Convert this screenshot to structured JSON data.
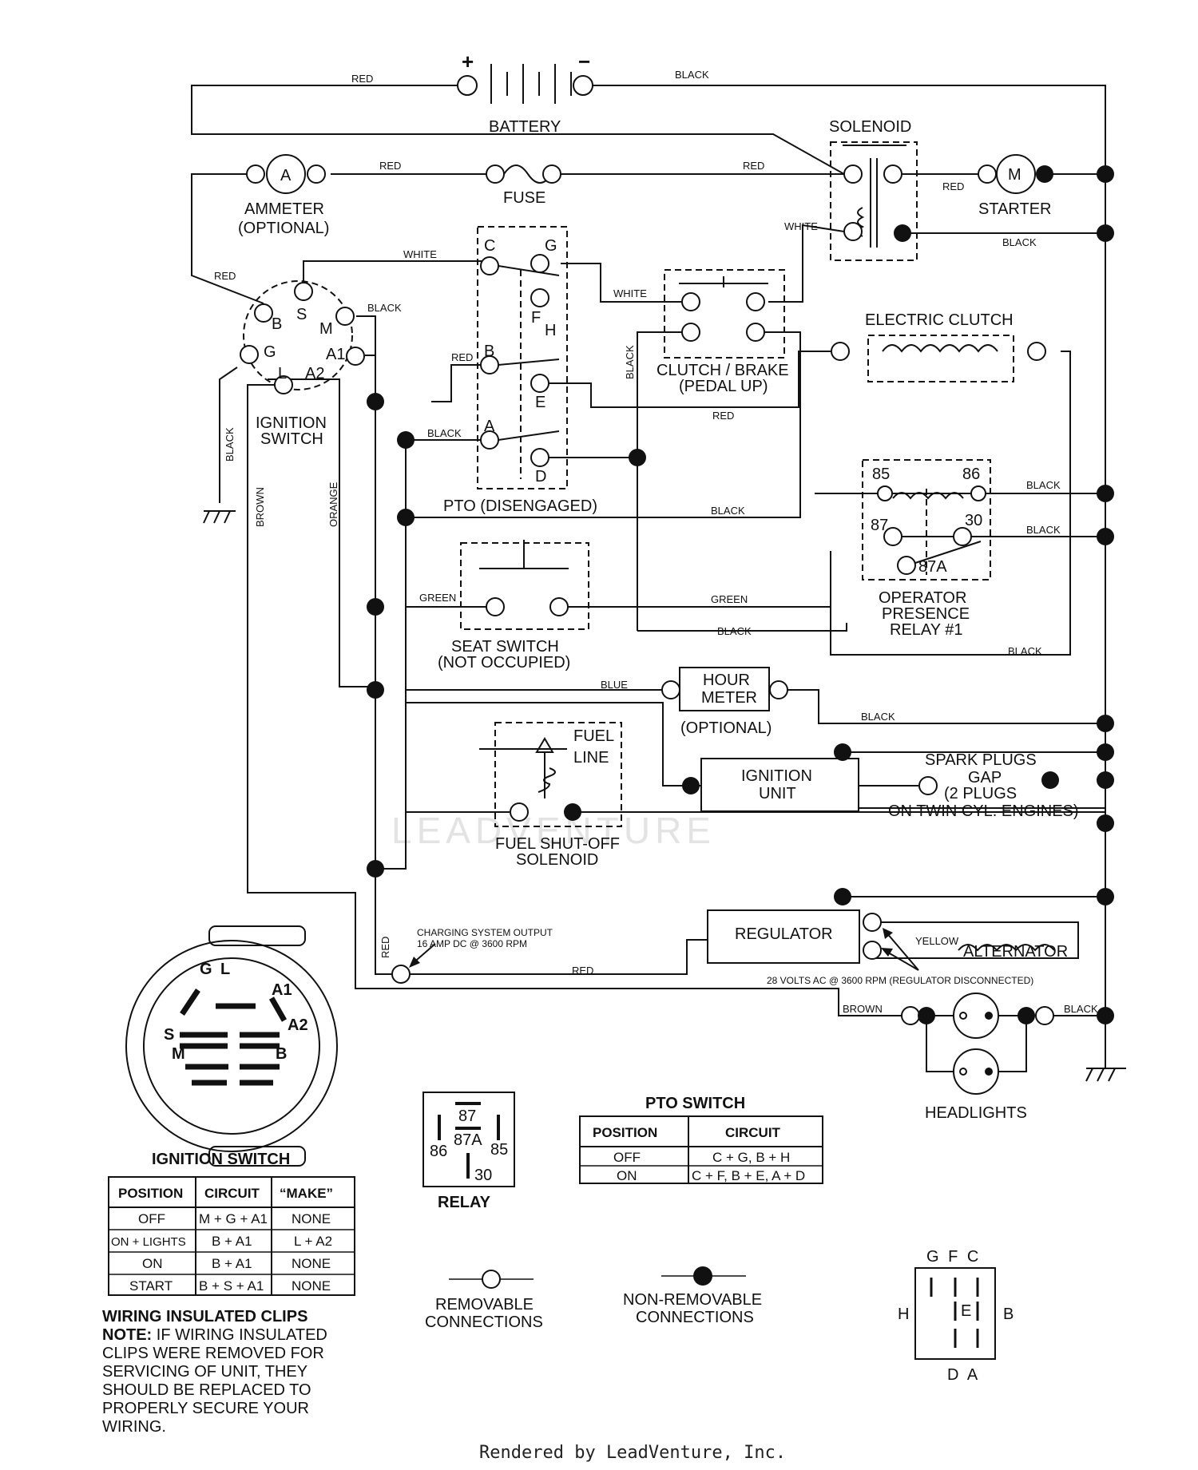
{
  "components": {
    "battery": "BATTERY",
    "battery_plus": "+",
    "battery_minus": "−",
    "solenoid": "SOLENOID",
    "ammeter": "AMMETER",
    "ammeter_optional": "(OPTIONAL)",
    "ammeter_symbol": "A",
    "fuse": "FUSE",
    "starter": "STARTER",
    "starter_symbol": "M",
    "ignition_switch_line1": "IGNITION",
    "ignition_switch_line2": "SWITCH",
    "pto": "PTO (DISENGAGED)",
    "clutch_brake_line1": "CLUTCH / BRAKE",
    "clutch_brake_line2": "(PEDAL UP)",
    "electric_clutch": "ELECTRIC CLUTCH",
    "relay_line1": "OPERATOR",
    "relay_line2": "PRESENCE",
    "relay_line3": "RELAY #1",
    "seat_switch_line1": "SEAT SWITCH",
    "seat_switch_line2": "(NOT OCCUPIED)",
    "hour_meter_line1": "HOUR",
    "hour_meter_line2": "METER",
    "hour_meter_optional": "(OPTIONAL)",
    "fuel_line_1": "FUEL",
    "fuel_line_2": "LINE",
    "ignition_unit_line1": "IGNITION",
    "ignition_unit_line2": "UNIT",
    "spark_line1": "SPARK PLUGS",
    "spark_line2": "GAP",
    "spark_line3": "(2 PLUGS",
    "spark_line4": "ON TWIN CYL. ENGINES)",
    "fuel_solenoid_line1": "FUEL SHUT-OFF",
    "fuel_solenoid_line2": "SOLENOID",
    "regulator": "REGULATOR",
    "alternator": "ALTERNATOR",
    "charging_line1": "CHARGING SYSTEM OUTPUT",
    "charging_line2": "16 AMP DC @ 3600 RPM",
    "ac_note": "28 VOLTS AC @ 3600 RPM (REGULATOR DISCONNECTED)",
    "headlights": "HEADLIGHTS"
  },
  "terminals": {
    "switch": [
      "S",
      "B",
      "M",
      "G",
      "A1",
      "L",
      "A2"
    ],
    "pto": [
      "C",
      "G",
      "F",
      "H",
      "B",
      "E",
      "A",
      "D"
    ],
    "relay": [
      "85",
      "86",
      "87",
      "30",
      "87A"
    ]
  },
  "wires": {
    "red": "RED",
    "black": "BLACK",
    "white": "WHITE",
    "green": "GREEN",
    "blue": "BLUE",
    "brown": "BROWN",
    "orange": "ORANGE",
    "yellow": "YELLOW"
  },
  "ignition_switch_legend": {
    "title": "IGNITION SWITCH",
    "face_labels": [
      "G",
      "L",
      "A1",
      "A2",
      "S",
      "M",
      "B"
    ],
    "headers": [
      "POSITION",
      "CIRCUIT",
      "“MAKE”"
    ],
    "rows": [
      [
        "OFF",
        "M + G + A1",
        "NONE"
      ],
      [
        "ON + LIGHTS",
        "B + A1",
        "L + A2"
      ],
      [
        "ON",
        "B + A1",
        "NONE"
      ],
      [
        "START",
        "B + S + A1",
        "NONE"
      ]
    ]
  },
  "relay_legend": {
    "title": "RELAY",
    "pins": [
      "87",
      "87A",
      "86",
      "85",
      "30"
    ]
  },
  "pto_switch_legend": {
    "title": "PTO SWITCH",
    "headers": [
      "POSITION",
      "CIRCUIT"
    ],
    "rows": [
      [
        "OFF",
        "C + G, B + H"
      ],
      [
        "ON",
        "C + F, B + E, A + D"
      ]
    ]
  },
  "connections_legend": {
    "removable_line1": "REMOVABLE",
    "removable_line2": "CONNECTIONS",
    "nonremovable_line1": "NON-REMOVABLE",
    "nonremovable_line2": "CONNECTIONS"
  },
  "pto_pinout": {
    "top": "G F C",
    "left": "H",
    "center": "E",
    "right": "B",
    "bottom": "D A"
  },
  "note": {
    "title": "WIRING INSULATED CLIPS",
    "lead": "NOTE:",
    "lines": [
      " IF WIRING INSULATED",
      "CLIPS WERE REMOVED FOR",
      "SERVICING OF UNIT, THEY",
      "SHOULD BE REPLACED TO",
      "PROPERLY SECURE YOUR",
      "WIRING."
    ]
  },
  "watermark": "LEADVENTURE",
  "footer": "Rendered by LeadVenture, Inc."
}
